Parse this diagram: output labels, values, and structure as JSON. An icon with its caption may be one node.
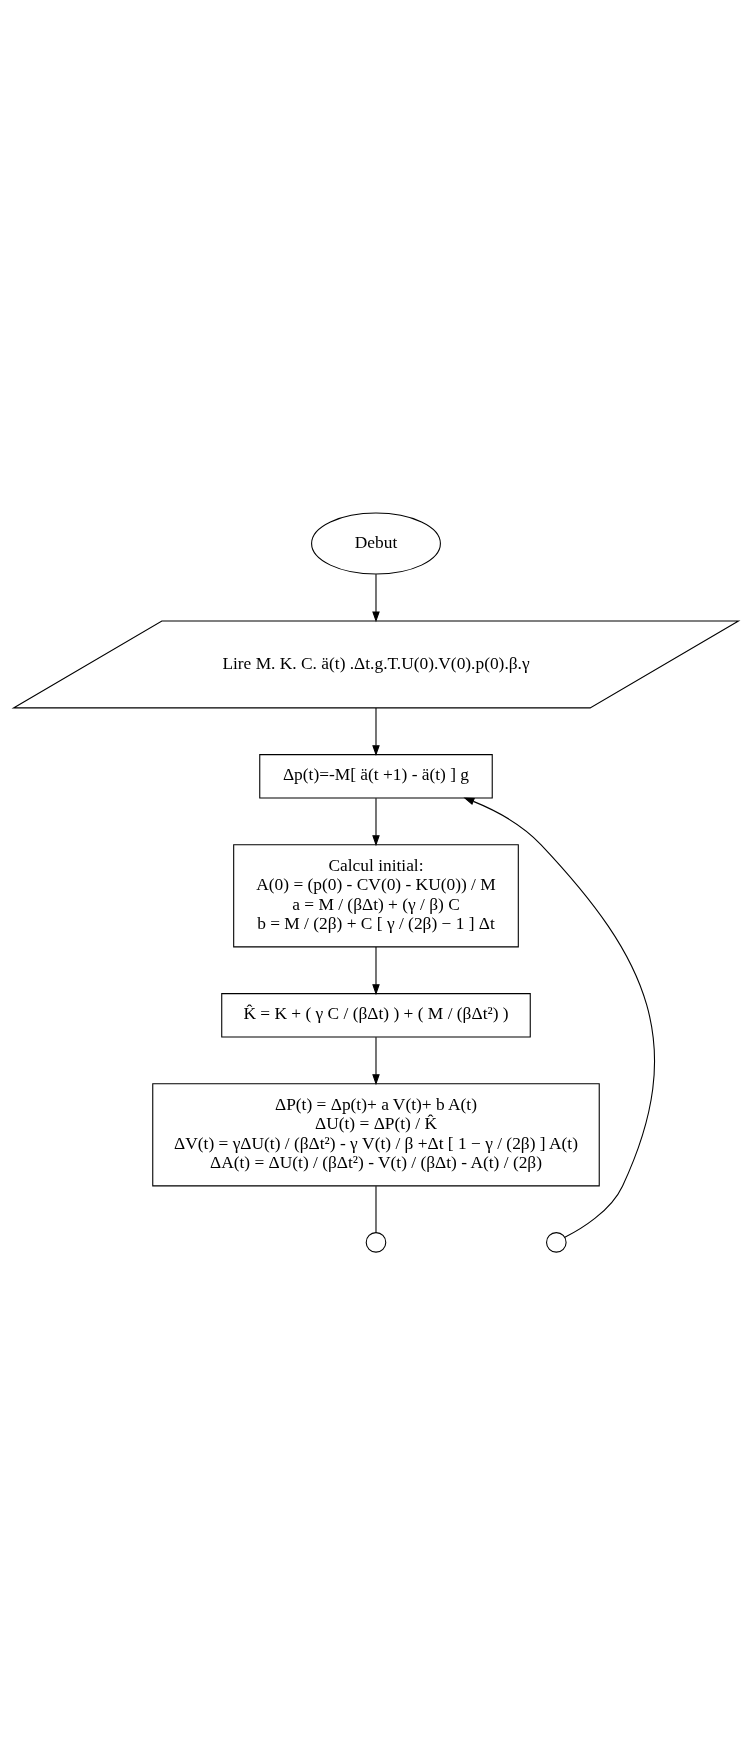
{
  "diagram": {
    "nodes": [
      {
        "text": [
          "Debut"
        ]
      },
      {
        "text": [
          "Lire M. K. C. ä(t) .Δt.g.T.U(0).V(0).p(0).β.γ"
        ]
      },
      {
        "text": [
          "Δp(t)=-M[ ä(t +1) - ä(t) ] g"
        ]
      },
      {
        "text": [
          "Calcul initial:",
          "A(0) = (p(0) - CV(0) - KU(0)) / M",
          "a = M / (βΔt) + (γ / β) C",
          "b = M / (2β) + C [ γ / (2β) − 1 ] Δt"
        ]
      },
      {
        "text": [
          "K̂ = K + ( γ C / (βΔt) ) + ( M / (βΔt²) )"
        ]
      },
      {
        "text": [
          "ΔP(t) = Δp(t)+ a V(t)+ b A(t)",
          "ΔU(t) = ΔP(t) / K̂",
          "ΔV(t) = γΔU(t) / (βΔt²) - γ V(t) / β +Δt [ 1 − γ / (2β) ] A(t)",
          "ΔA(t) = ΔU(t) / (βΔt²) - V(t) / (βΔt) - A(t) / (2β)"
        ]
      },
      {
        "text": [],
        "shape": "circle"
      },
      {
        "text": [],
        "shape": "circle"
      }
    ],
    "edges": [
      {
        "from": 0,
        "to": 1,
        "arrow": "to"
      },
      {
        "from": 1,
        "to": 2,
        "arrow": "to"
      },
      {
        "from": 2,
        "to": 3,
        "arrow": "to"
      },
      {
        "from": 3,
        "to": 4,
        "arrow": "to"
      },
      {
        "from": 4,
        "to": 5,
        "arrow": "to"
      },
      {
        "from": 5,
        "to": 6,
        "arrow": "none"
      },
      {
        "from": 7,
        "to": 2,
        "arrow": "to"
      }
    ]
  }
}
